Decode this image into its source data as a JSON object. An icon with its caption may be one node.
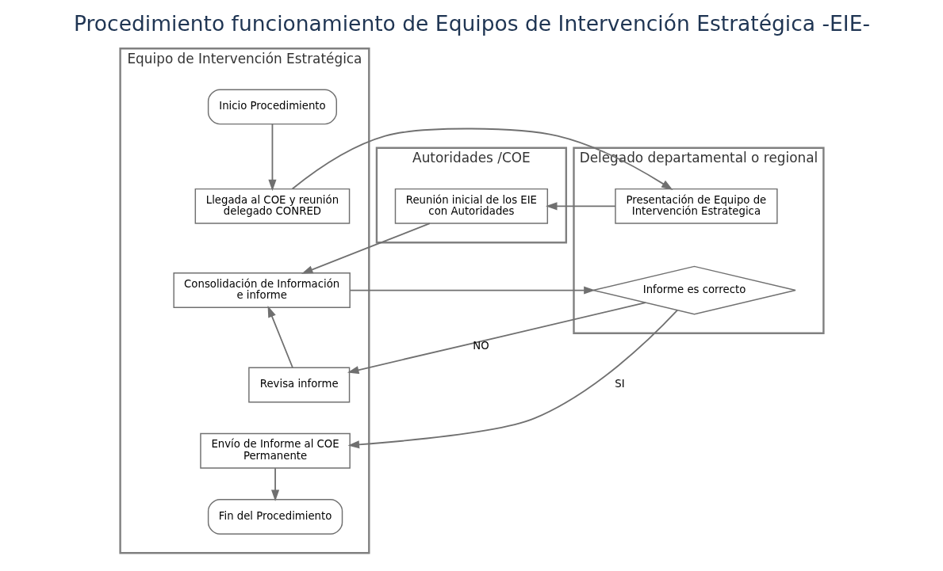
{
  "diagram": {
    "title": "Procedimiento funcionamiento de Equipos de Intervención Estratégica -EIE-",
    "nodes": [
      {
        "text": [
          "Equipo de Intervención Estratégica"
        ]
      },
      {
        "text": [
          "Delegado departamental o regional"
        ]
      },
      {
        "text": [
          "Autoridades /COE"
        ]
      },
      {
        "text": [
          "Inicio Procedimiento"
        ],
        "in": 0
      },
      {
        "text": [
          "Llegada al COE y reunión delegado CONRED"
        ],
        "in": 0
      },
      {
        "text": [
          "Presentación de Equipo de Intervención Estrategica"
        ],
        "in": 1
      },
      {
        "text": [
          "Reunión inicial de los EIE con Autoridades"
        ],
        "in": 2
      },
      {
        "text": [
          "Consolidación de Información e informe"
        ],
        "in": 0
      },
      {
        "text": [
          "Informe es correcto"
        ],
        "in": 1
      },
      {
        "text": [
          "Revisa informe"
        ],
        "in": 0
      },
      {
        "text": [
          "Envío de Informe al COE Permanente"
        ],
        "in": 0
      },
      {
        "text": [
          "Fin del Procedimiento"
        ],
        "in": 0
      }
    ],
    "edges": [
      {
        "from": 3,
        "to": 4,
        "arrow": "to"
      },
      {
        "from": 4,
        "to": 5,
        "arrow": "to"
      },
      {
        "from": 5,
        "to": 6,
        "arrow": "to"
      },
      {
        "from": 6,
        "to": 7,
        "arrow": "to"
      },
      {
        "from": 7,
        "to": 8,
        "arrow": "to"
      },
      {
        "from": 8,
        "to": 9,
        "arrow": "to",
        "label": "NO"
      },
      {
        "from": 9,
        "to": 7,
        "arrow": "to"
      },
      {
        "from": 8,
        "to": 10,
        "arrow": "to",
        "label": "SI"
      },
      {
        "from": 10,
        "to": 11,
        "arrow": "to"
      }
    ]
  }
}
